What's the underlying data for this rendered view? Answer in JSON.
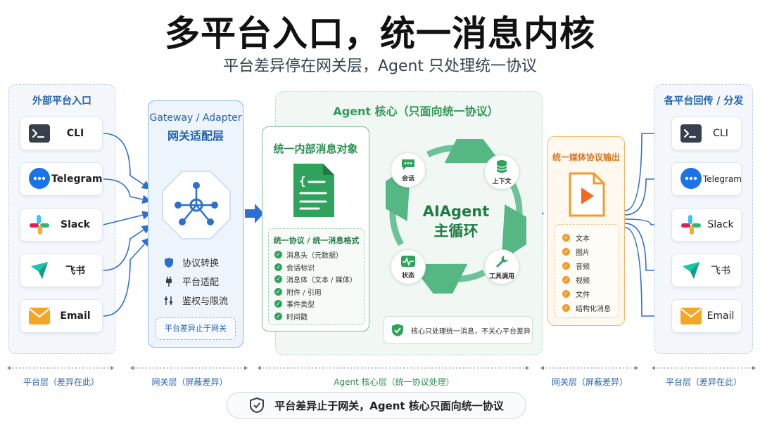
{
  "title": "多平台入口，统一消息内核",
  "subtitle": "平台差异停在网关层，Agent 只处理统一协议",
  "left_panel": {
    "title": "外部平台入口",
    "items": [
      {
        "label": "CLI",
        "icon": "terminal-icon"
      },
      {
        "label": "Telegram",
        "icon": "chat-bubble-icon"
      },
      {
        "label": "Slack",
        "icon": "slack-icon"
      },
      {
        "label": "飞书",
        "icon": "feishu-icon"
      },
      {
        "label": "Email",
        "icon": "mail-icon"
      }
    ]
  },
  "gateway": {
    "title_en": "Gateway / Adapter",
    "title_cn": "网关适配层",
    "features": [
      {
        "label": "协议转换",
        "icon": "shield-icon"
      },
      {
        "label": "平台适配",
        "icon": "plug-icon"
      },
      {
        "label": "鉴权与限流",
        "icon": "sliders-icon"
      }
    ],
    "note": "平台差异止于网关"
  },
  "core": {
    "title": "Agent 核心（只面向统一协议）",
    "message_object": {
      "title": "统一内部消息对象",
      "list_header": "统一协议 / 统一消息格式",
      "items": [
        "消息头（元数据）",
        "会话标识",
        "消息体（文本 / 媒体）",
        "附件 / 引用",
        "事件类型",
        "时间戳"
      ]
    },
    "loop": {
      "center_line1": "AIAgent",
      "center_line2": "主循环",
      "nodes": {
        "session": "会话",
        "context": "上下文",
        "tools": "工具调用",
        "state": "状态"
      }
    },
    "note": "核心只处理统一消息，不关心平台差异"
  },
  "media": {
    "title": "统一媒体协议输出",
    "items": [
      "文本",
      "图片",
      "音频",
      "视频",
      "文件",
      "结构化消息"
    ]
  },
  "right_panel": {
    "title": "各平台回传 / 分发",
    "items": [
      {
        "label": "CLI",
        "icon": "terminal-icon"
      },
      {
        "label": "Telegram",
        "icon": "chat-bubble-icon"
      },
      {
        "label": "Slack",
        "icon": "slack-icon"
      },
      {
        "label": "飞书",
        "icon": "feishu-icon"
      },
      {
        "label": "Email",
        "icon": "mail-icon"
      }
    ]
  },
  "layers": [
    "平台层（差异在此）",
    "网关层（屏蔽差异）",
    "Agent 核心层（统一协议处理）",
    "网关层（屏蔽差异）",
    "平台层（差异在此）"
  ],
  "footer": "平台差异止于网关，Agent 核心只面向统一协议",
  "colors": {
    "blue": "#2563b0",
    "green": "#2f9a57",
    "orange": "#f39a2b",
    "arrow": "#2d6fd0"
  }
}
